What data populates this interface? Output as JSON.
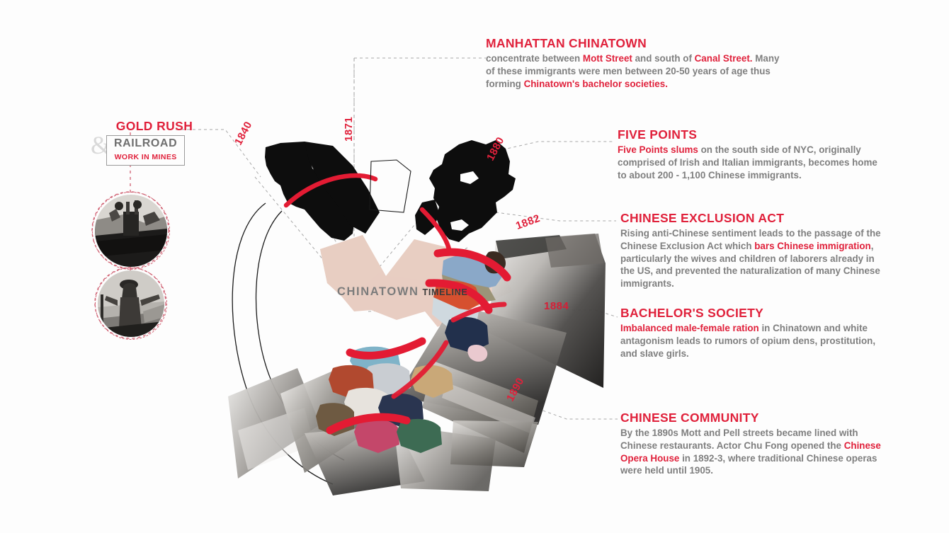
{
  "page": {
    "title": "Chinatown Timeline Infographic",
    "background_color": "#fdfdfd",
    "accent_red": "#e0213b",
    "body_gray": "#7f7f7f",
    "map_shape_color": "#e8cdc2"
  },
  "center_label": {
    "primary": "CHINATOWN",
    "secondary": "TIMELINE"
  },
  "left_block": {
    "gold_rush": "GOLD RUSH",
    "ampersand": "&",
    "railroad": "RAILROAD",
    "work_in_mines": "WORK IN MINES"
  },
  "photos": [
    {
      "name": "gold-rush-miners-photo",
      "caption": ""
    },
    {
      "name": "railroad-worker-photo",
      "caption": ""
    }
  ],
  "years": [
    {
      "label": "1840",
      "rotation": -62
    },
    {
      "label": "1871",
      "rotation": -90
    },
    {
      "label": "1880",
      "rotation": -62
    },
    {
      "label": "1882",
      "rotation": -20
    },
    {
      "label": "1884",
      "rotation": 0
    },
    {
      "label": "1890",
      "rotation": -62
    }
  ],
  "callouts": [
    {
      "id": "manhattan-chinatown",
      "title": "MANHATTAN CHINATOWN",
      "body_runs": [
        {
          "t": "concentrate between ",
          "hi": false
        },
        {
          "t": "Mott Street",
          "hi": true
        },
        {
          "t": " and south of ",
          "hi": false
        },
        {
          "t": "Canal Street.",
          "hi": true
        },
        {
          "t": " Many of these immigrants were men between 20-50 years of age thus forming ",
          "hi": false
        },
        {
          "t": "Chinatown's bachelor societies.",
          "hi": true
        }
      ]
    },
    {
      "id": "five-points",
      "title": "FIVE POINTS",
      "body_runs": [
        {
          "t": "Five Points slums",
          "hi": true
        },
        {
          "t": " on the south side of NYC, originally comprised of Irish and Italian immigrants, becomes home to about 200 - 1,100 Chinese immigrants.",
          "hi": false
        }
      ]
    },
    {
      "id": "chinese-exclusion-act",
      "title": "CHINESE  EXCLUSION ACT",
      "body_runs": [
        {
          "t": "Rising anti-Chinese sentiment leads to the passage of the Chinese Exclusion Act which ",
          "hi": false
        },
        {
          "t": "bars Chinese immigration",
          "hi": true
        },
        {
          "t": ", particularly the wives and children of laborers already in the US, and prevented the naturalization of many Chinese immigrants.",
          "hi": false
        }
      ]
    },
    {
      "id": "bachelors-society",
      "title": "BACHELOR'S SOCIETY",
      "body_runs": [
        {
          "t": "Imbalanced male-female ration",
          "hi": true
        },
        {
          "t": " in Chinatown and white antagonism leads to rumors of opium dens, prostitution, and slave girls.",
          "hi": false
        }
      ]
    },
    {
      "id": "chinese-community",
      "title": "CHINESE COMMUNITY",
      "body_runs": [
        {
          "t": "By the 1890s Mott and Pell streets became lined with Chinese restaurants. Actor Chu Fong opened the ",
          "hi": false
        },
        {
          "t": "Chinese Opera House",
          "hi": true
        },
        {
          "t": " in 1892-3, where traditional Chinese operas were held until 1905.",
          "hi": false
        }
      ]
    }
  ]
}
